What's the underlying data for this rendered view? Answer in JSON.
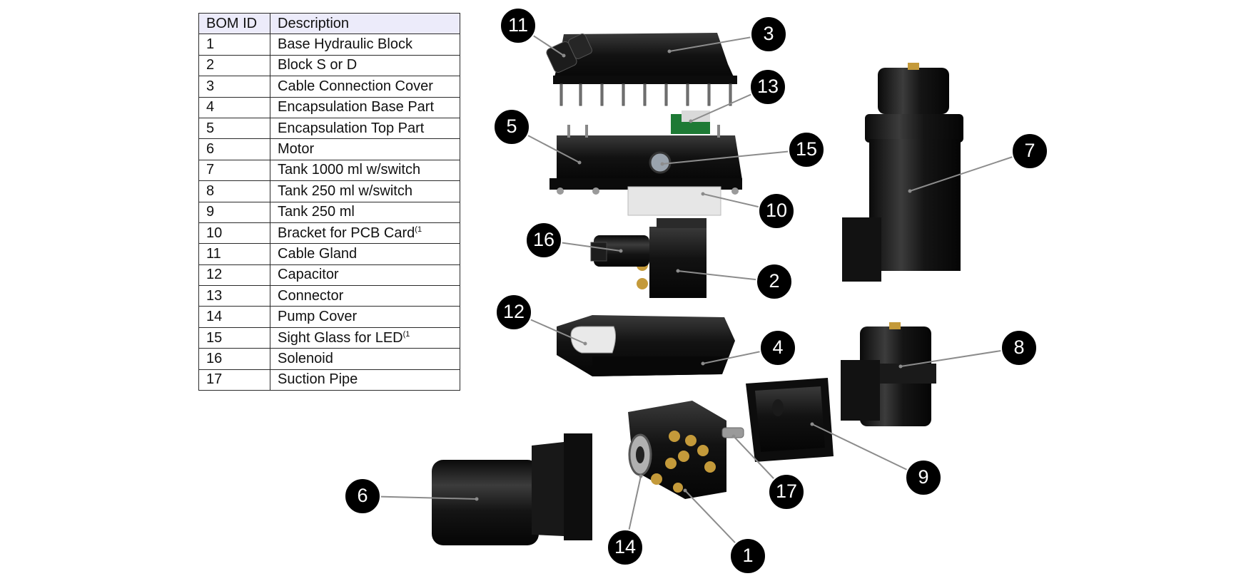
{
  "bom_table": {
    "headers": {
      "id": "BOM ID",
      "description": "Description"
    },
    "rows": [
      {
        "id": "1",
        "description": "Base Hydraulic Block"
      },
      {
        "id": "2",
        "description": "Block S or D"
      },
      {
        "id": "3",
        "description": "Cable Connection Cover"
      },
      {
        "id": "4",
        "description": "Encapsulation Base Part"
      },
      {
        "id": "5",
        "description": "Encapsulation Top Part"
      },
      {
        "id": "6",
        "description": "Motor"
      },
      {
        "id": "7",
        "description": "Tank 1000 ml w/switch"
      },
      {
        "id": "8",
        "description": "Tank 250 ml w/switch"
      },
      {
        "id": "9",
        "description": "Tank 250 ml"
      },
      {
        "id": "10",
        "description": "Bracket for PCB Card",
        "footnote": "(1"
      },
      {
        "id": "11",
        "description": "Cable Gland"
      },
      {
        "id": "12",
        "description": "Capacitor"
      },
      {
        "id": "13",
        "description": "Connector"
      },
      {
        "id": "14",
        "description": "Pump Cover"
      },
      {
        "id": "15",
        "description": "Sight Glass for LED",
        "footnote": "(1"
      },
      {
        "id": "16",
        "description": "Solenoid"
      },
      {
        "id": "17",
        "description": "Suction Pipe"
      }
    ]
  },
  "callouts": [
    {
      "label": "1",
      "part": "Base Hydraulic Block"
    },
    {
      "label": "2",
      "part": "Block S or D"
    },
    {
      "label": "3",
      "part": "Cable Connection Cover"
    },
    {
      "label": "4",
      "part": "Encapsulation Base Part"
    },
    {
      "label": "5",
      "part": "Encapsulation Top Part"
    },
    {
      "label": "6",
      "part": "Motor"
    },
    {
      "label": "7",
      "part": "Tank 1000 ml w/switch"
    },
    {
      "label": "8",
      "part": "Tank 250 ml w/switch"
    },
    {
      "label": "9",
      "part": "Tank 250 ml"
    },
    {
      "label": "10",
      "part": "Bracket for PCB Card"
    },
    {
      "label": "11",
      "part": "Cable Gland"
    },
    {
      "label": "12",
      "part": "Capacitor"
    },
    {
      "label": "13",
      "part": "Connector"
    },
    {
      "label": "14",
      "part": "Pump Cover"
    },
    {
      "label": "15",
      "part": "Sight Glass for LED"
    },
    {
      "label": "16",
      "part": "Solenoid"
    },
    {
      "label": "17",
      "part": "Suction Pipe"
    }
  ],
  "colors": {
    "part_body": "#141414",
    "badge_fill": "#000000",
    "badge_text": "#ffffff",
    "leader_line": "#8c8c8c",
    "brass": "#c49a3a",
    "table_header_bg": "#ecebfa"
  }
}
